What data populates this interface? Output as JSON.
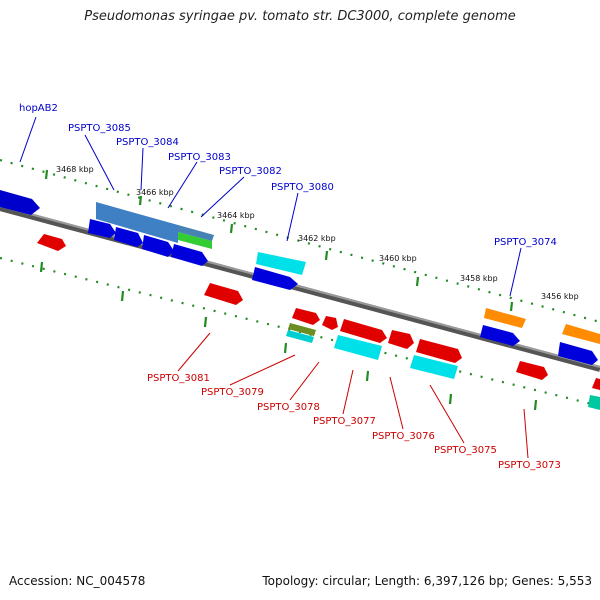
{
  "title": "Pseudomonas syringae pv. tomato str. DC3000, complete genome",
  "footer": {
    "accession": "Accession: NC_004578",
    "summary": "Topology: circular; Length: 6,397,126 bp; Genes: 5,553"
  },
  "colors": {
    "upper_label": "#0000cc",
    "lower_label": "#cc0000",
    "backbone": "#777777",
    "tick": "#228b22"
  },
  "scale_labels": [
    "3468 kbp",
    "3466 kbp",
    "3464 kbp",
    "3462 kbp",
    "3460 kbp",
    "3458 kbp",
    "3456 kbp"
  ],
  "upper_gene_labels": [
    "hopAB2",
    "PSPTO_3085",
    "PSPTO_3084",
    "PSPTO_3083",
    "PSPTO_3082",
    "PSPTO_3080",
    "PSPTO_3074"
  ],
  "lower_gene_labels": [
    "PSPTO_3081",
    "PSPTO_3079",
    "PSPTO_3078",
    "PSPTO_3077",
    "PSPTO_3076",
    "PSPTO_3075",
    "PSPTO_3073"
  ]
}
